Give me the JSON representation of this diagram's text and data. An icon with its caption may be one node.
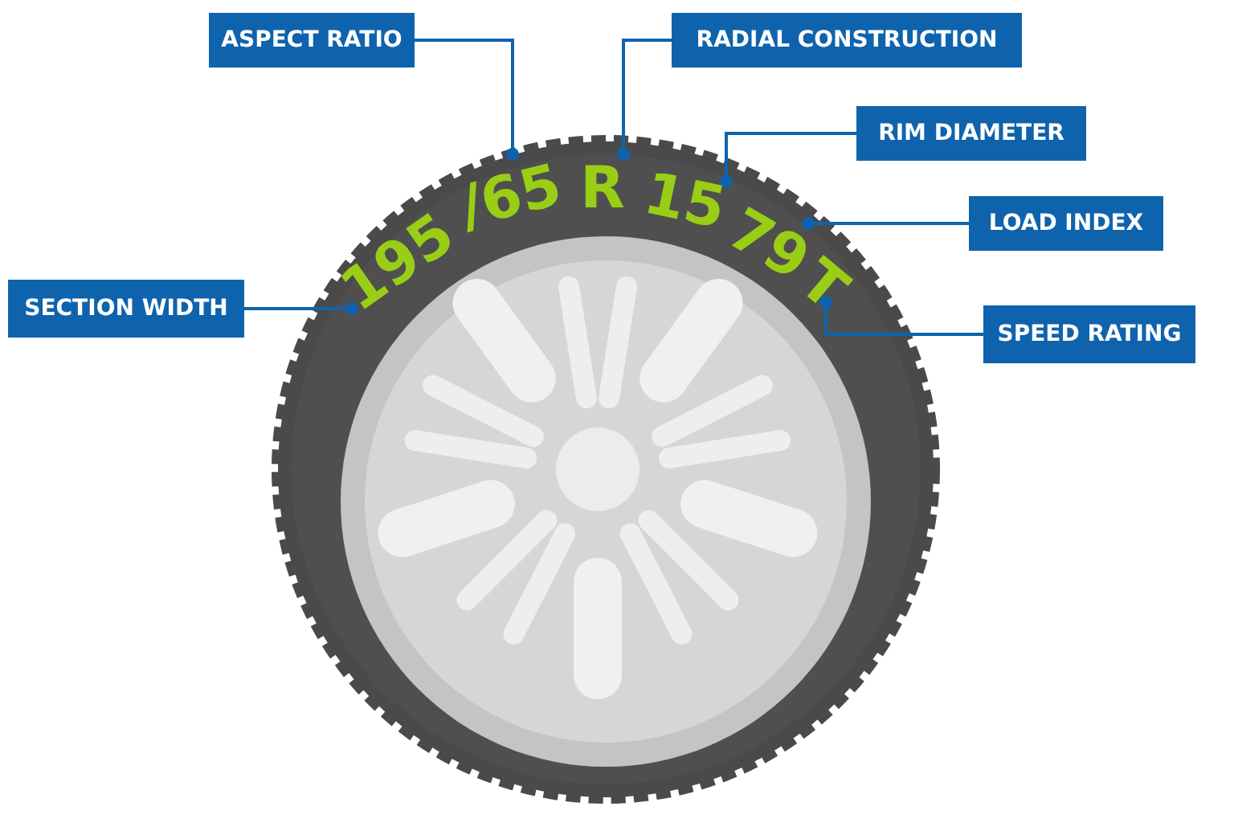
{
  "diagram": {
    "nodes": [
      {
        "text": [
          "ASPECT RATIO"
        ]
      },
      {
        "text": [
          "RADIAL CONSTRUCTION"
        ]
      },
      {
        "text": [
          "RIM DIAMETER"
        ]
      },
      {
        "text": [
          "LOAD INDEX"
        ]
      },
      {
        "text": [
          "SECTION WIDTH"
        ]
      },
      {
        "text": [
          "SPEED RATING"
        ]
      },
      {
        "text": [
          "195"
        ]
      },
      {
        "text": [
          "/65"
        ]
      },
      {
        "text": [
          "R"
        ]
      },
      {
        "text": [
          "15"
        ]
      },
      {
        "text": [
          "79"
        ]
      },
      {
        "text": [
          "T"
        ]
      }
    ],
    "edges": [
      {
        "from": 0,
        "to": 7,
        "arrow": "other"
      },
      {
        "from": 1,
        "to": 8,
        "arrow": "other"
      },
      {
        "from": 2,
        "to": 9,
        "arrow": "other"
      },
      {
        "from": 3,
        "to": 10,
        "arrow": "other"
      },
      {
        "from": 4,
        "to": 6,
        "arrow": "other"
      },
      {
        "from": 5,
        "to": 11,
        "arrow": "other"
      }
    ]
  }
}
